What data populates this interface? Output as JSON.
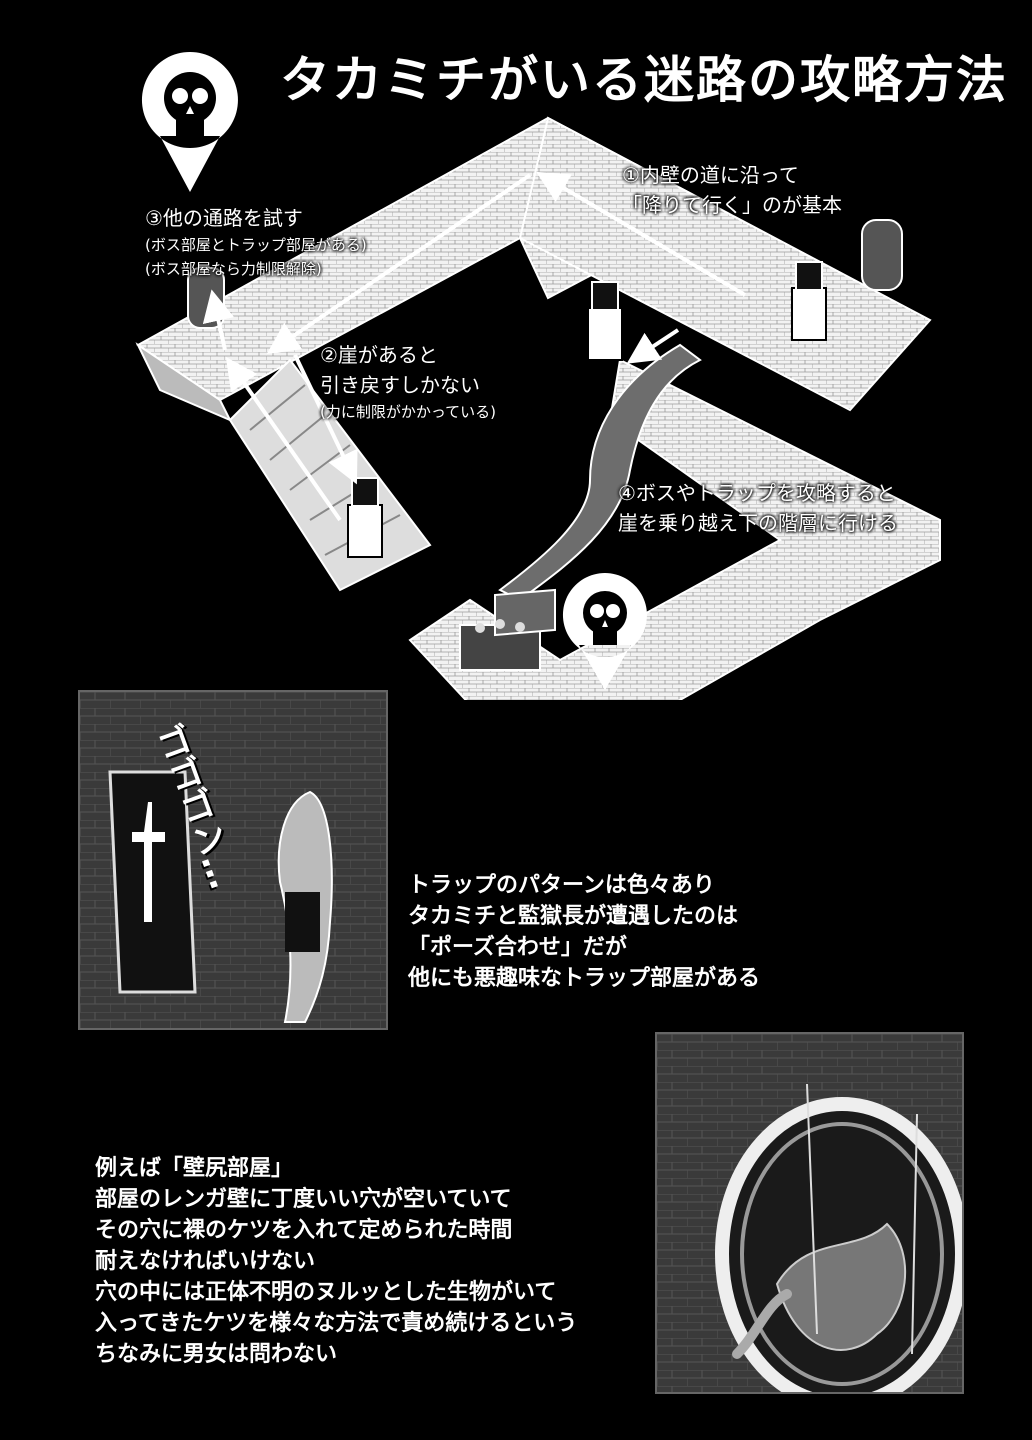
{
  "title": "タカミチがいる迷路の攻略方法",
  "annotations": {
    "step1": [
      "①内壁の道に沿って",
      "「降りて行く」のが基本"
    ],
    "step2": [
      "②崖があると",
      "引き戻すしかない"
    ],
    "step2_note": "(力に制限がかかっている)",
    "step3": "③他の通路を試す",
    "step3_notes": [
      "(ボス部屋とトラップ部屋がある)",
      "(ボス部屋なら力制限解除)"
    ],
    "step4": [
      "④ボスやトラップを攻略すると",
      "崖を乗り越え下の階層に行ける"
    ]
  },
  "sfx": "ゴゴゴン…",
  "trap_text": [
    "トラップのパターンは色々あり",
    "タカミチと監獄長が遭遇したのは",
    "「ポーズ合わせ」だが",
    "他にも悪趣味なトラップ部屋がある"
  ],
  "example_text": [
    "例えば「壁尻部屋」",
    "部屋のレンガ壁に丁度いい穴が空いていて",
    "その穴に裸のケツを入れて定められた時間",
    "耐えなければいけない",
    "穴の中には正体不明のヌルッとした生物がいて",
    "入ってきたケツを様々な方法で責め続けるという",
    "ちなみに男女は問わない"
  ],
  "icons": [
    "skull-pin-icon",
    "skull-pin-icon",
    "treasure-chest-icon"
  ]
}
